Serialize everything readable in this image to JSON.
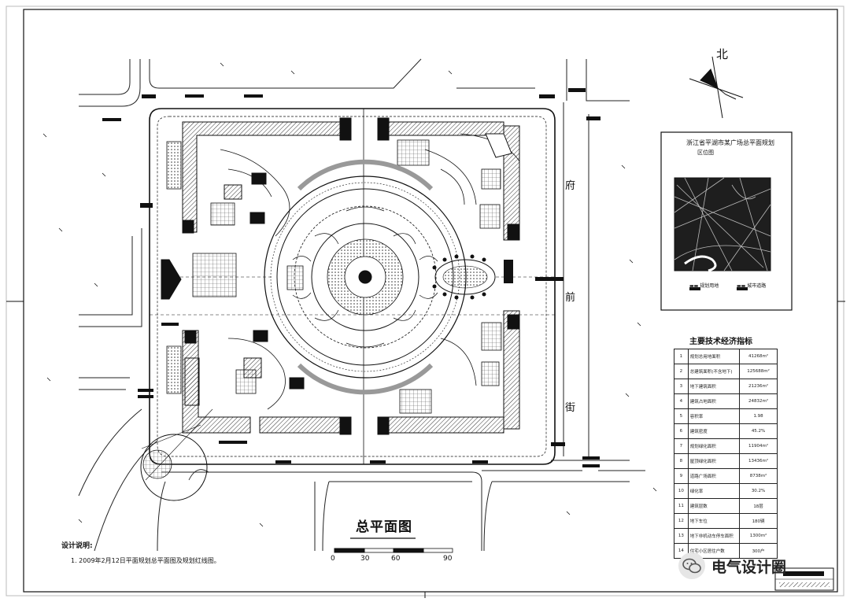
{
  "drawing": {
    "title": "总平面图",
    "north_label": "北",
    "street_chars": [
      "府",
      "前",
      "街"
    ],
    "scale_labels": [
      "0",
      "30",
      "60",
      "90"
    ]
  },
  "notes": {
    "heading": "设计说明:",
    "lines": [
      "1. 2009年2月12日平面规划总平面图及规划红线图。"
    ]
  },
  "location_map": {
    "title_lines": [
      "浙江省平湖市某广场总平面规划",
      "区位图"
    ],
    "legend_notes": [
      "▬▬ 规划用地",
      "▬▬ 城市道路"
    ]
  },
  "tech_table": {
    "title": "主要技术经济指标",
    "rows": [
      {
        "no": "1",
        "label": "规划总用地面积",
        "value": "41268m²"
      },
      {
        "no": "2",
        "label": "总建筑面积(不含地下)",
        "value": "125688m²"
      },
      {
        "no": "3",
        "label": "地下建筑面积",
        "value": "21236m²"
      },
      {
        "no": "4",
        "label": "建筑占地面积",
        "value": "24832m²"
      },
      {
        "no": "5",
        "label": "容积率",
        "value": "1.98"
      },
      {
        "no": "6",
        "label": "建筑密度",
        "value": "45.2%"
      },
      {
        "no": "7",
        "label": "规划绿化面积",
        "value": "11904m²"
      },
      {
        "no": "8",
        "label": "屋顶绿化面积",
        "value": "13436m²"
      },
      {
        "no": "9",
        "label": "道路广场面积",
        "value": "8738m²"
      },
      {
        "no": "10",
        "label": "绿化率",
        "value": "30.2%"
      },
      {
        "no": "11",
        "label": "建筑层数",
        "value": "18层"
      },
      {
        "no": "12",
        "label": "地下车位",
        "value": "180辆"
      },
      {
        "no": "13",
        "label": "地下非机动车停车面积",
        "value": "1300m²"
      },
      {
        "no": "14",
        "label": "住宅小区居住户数",
        "value": "300户"
      }
    ]
  },
  "watermark": {
    "text": "电气设计圈",
    "icon": "wechat-icon"
  },
  "colors": {
    "line": "#1a1a1a",
    "paper": "#ffffff",
    "hatch": "#9a9a9a"
  }
}
